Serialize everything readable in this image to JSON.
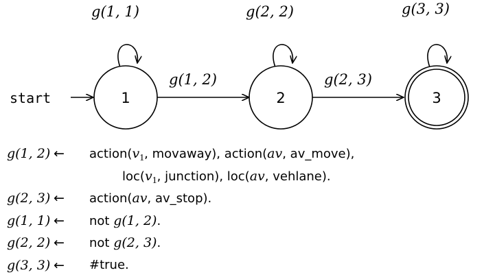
{
  "automaton": {
    "start_label": "start",
    "states": [
      {
        "id": "1",
        "label": "1",
        "accepting": false,
        "loop_label": "g(1, 1)"
      },
      {
        "id": "2",
        "label": "2",
        "accepting": false,
        "loop_label": "g(2, 2)"
      },
      {
        "id": "3",
        "label": "3",
        "accepting": true,
        "loop_label": "g(3, 3)"
      }
    ],
    "transitions": [
      {
        "from": "1",
        "to": "2",
        "label": "g(1, 2)"
      },
      {
        "from": "2",
        "to": "3",
        "label": "g(2, 3)"
      }
    ]
  },
  "rules": [
    {
      "head": "g(1, 2)",
      "arrow": "←",
      "body": [
        {
          "k": "t",
          "v": "action("
        },
        {
          "k": "m",
          "v": "v"
        },
        {
          "k": "sub",
          "v": "1"
        },
        {
          "k": "t",
          "v": ", movaway), action("
        },
        {
          "k": "m",
          "v": "av"
        },
        {
          "k": "t",
          "v": ", av_move),"
        }
      ]
    },
    {
      "head": "",
      "arrow": "",
      "continuation": true,
      "body": [
        {
          "k": "t",
          "v": "loc("
        },
        {
          "k": "m",
          "v": "v"
        },
        {
          "k": "sub",
          "v": "1"
        },
        {
          "k": "t",
          "v": ", junction), loc("
        },
        {
          "k": "m",
          "v": "av"
        },
        {
          "k": "t",
          "v": ", vehlane)."
        }
      ]
    },
    {
      "head": "g(2, 3)",
      "arrow": "←",
      "body": [
        {
          "k": "t",
          "v": "action("
        },
        {
          "k": "m",
          "v": "av"
        },
        {
          "k": "t",
          "v": ", av_stop)."
        }
      ]
    },
    {
      "head": "g(1, 1)",
      "arrow": "←",
      "body": [
        {
          "k": "t",
          "v": "not "
        },
        {
          "k": "m",
          "v": "g(1, 2)"
        },
        {
          "k": "t",
          "v": "."
        }
      ]
    },
    {
      "head": "g(2, 2)",
      "arrow": "←",
      "body": [
        {
          "k": "t",
          "v": "not "
        },
        {
          "k": "m",
          "v": "g(2, 3)"
        },
        {
          "k": "t",
          "v": "."
        }
      ]
    },
    {
      "head": "g(3, 3)",
      "arrow": "←",
      "body": [
        {
          "k": "t",
          "v": "#true."
        }
      ]
    }
  ]
}
